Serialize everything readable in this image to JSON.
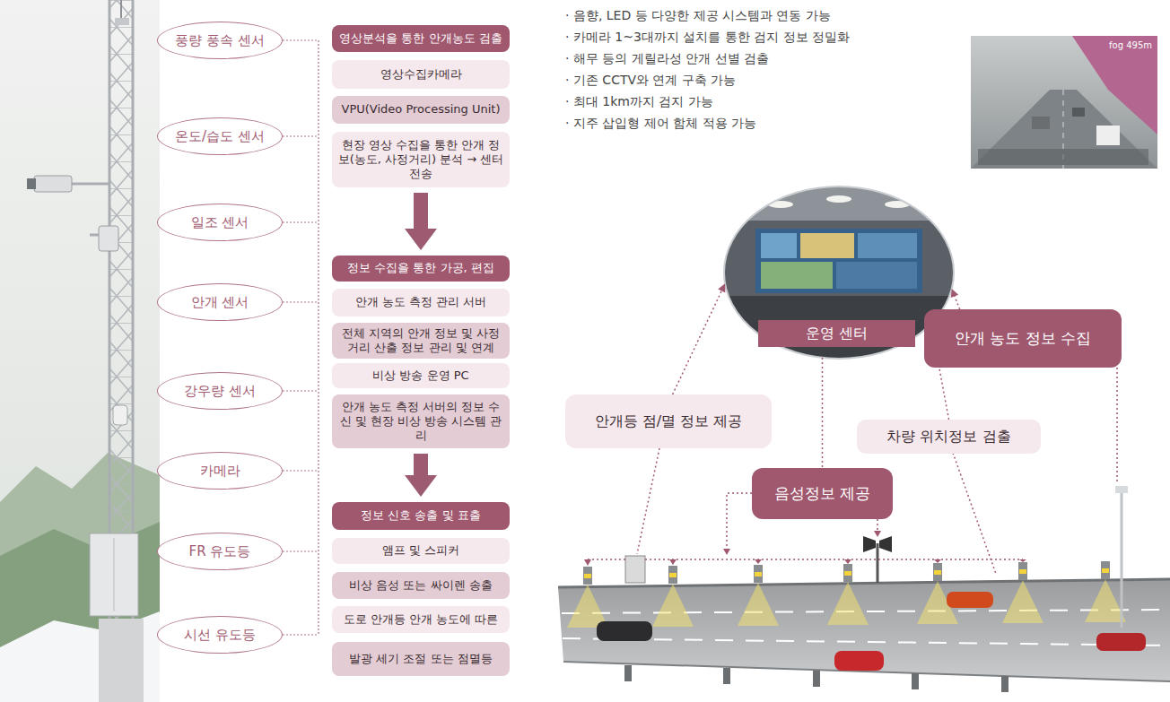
{
  "diagram": {
    "nodes": [
      {
        "text": [
          "풍량 풍속 센서"
        ]
      },
      {
        "text": [
          "온도/습도 센서"
        ]
      },
      {
        "text": [
          "일조 센서"
        ]
      },
      {
        "text": [
          "안개 센서"
        ]
      },
      {
        "text": [
          "강우량 센서"
        ]
      },
      {
        "text": [
          "카메라"
        ]
      },
      {
        "text": [
          "FR 유도등"
        ]
      },
      {
        "text": [
          "시선 유도등"
        ]
      },
      {
        "text": [
          "영상분석을 통한 안개농도 검출"
        ]
      },
      {
        "text": [
          "영상수집카메라"
        ]
      },
      {
        "text": [
          "VPU(Video Processing Unit)"
        ]
      },
      {
        "text": [
          "현장 영상 수집을 통한 안개 정보(농도, 사정거리) 분석 → 센터 전송"
        ]
      },
      {
        "text": [
          "정보 수집을 통한 가공, 편집"
        ]
      },
      {
        "text": [
          "안개 농도 측정 관리 서버"
        ]
      },
      {
        "text": [
          "전체 지역의 안개 정보 및 사정거리 산출 정보 관리 및 연계"
        ]
      },
      {
        "text": [
          "비상 방송 운영 PC"
        ]
      },
      {
        "text": [
          "안개 농도 측정 서버의 정보 수신 및 현장 비상 방송 시스템 관리"
        ]
      },
      {
        "text": [
          "정보 신호 송출 및 표출"
        ]
      },
      {
        "text": [
          "앰프 및 스피커"
        ]
      },
      {
        "text": [
          "비상 음성 또는 싸이렌 송출"
        ]
      },
      {
        "text": [
          "도로 안개등 안개 농도에 따른"
        ]
      },
      {
        "text": [
          "발광 세기 조절 또는 점멸등"
        ]
      },
      {
        "text": [
          "운영 센터"
        ]
      },
      {
        "text": [
          "안개 농도 정보 수집"
        ]
      },
      {
        "text": [
          "안개등 점/멸 정보 제공"
        ]
      },
      {
        "text": [
          "차량 위치정보 검출"
        ]
      },
      {
        "text": [
          "음성정보 제공"
        ]
      }
    ],
    "edges": [
      {
        "from": 11,
        "to": 12,
        "arrow": "to"
      },
      {
        "from": 16,
        "to": 17,
        "arrow": "to"
      },
      {
        "from": 24,
        "to": 22,
        "arrow": "to"
      },
      {
        "from": 25,
        "to": 22,
        "arrow": "to"
      },
      {
        "from": 23,
        "to": 22,
        "arrow": "to"
      },
      {
        "from": 22,
        "to": 26,
        "arrow": "none"
      }
    ],
    "labels": [
      "· 음향, LED 등 다양한 제공 시스템과 연동 가능",
      "· 카메라 1~3대까지 설치를 통한 검지 정보 정밀화",
      "· 해무 등의 게릴라성 안개 선별 검출",
      "· 기존 CCTV와 연계 구축 가능",
      "· 최대 1km까지 검지 가능",
      "· 지주 삽입형 제어 함체 적용 가능",
      "fog 495m"
    ]
  }
}
